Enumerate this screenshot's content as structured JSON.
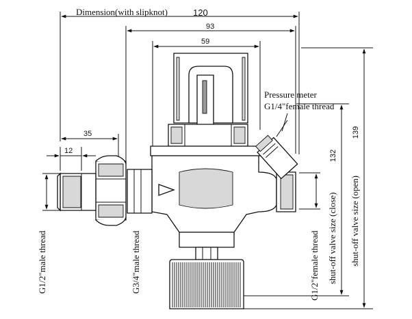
{
  "dimensions": {
    "overall_label": "Dimension(with slipknot)",
    "overall_value": "120",
    "width_93": "93",
    "width_59": "59",
    "width_35": "35",
    "width_12": "12",
    "height_132": "132",
    "height_139": "139"
  },
  "labels": {
    "pressure_meter_line1": "Pressure meter",
    "pressure_meter_line2": "G1/4\"female thread",
    "inlet_thread": "G1/2\"male thread",
    "union_thread": "G3/4\"male thread",
    "outlet_thread": "G1/2\"female thread",
    "valve_close": "shut-off valve size (close)",
    "valve_open": "shut-off valve size (open)"
  }
}
